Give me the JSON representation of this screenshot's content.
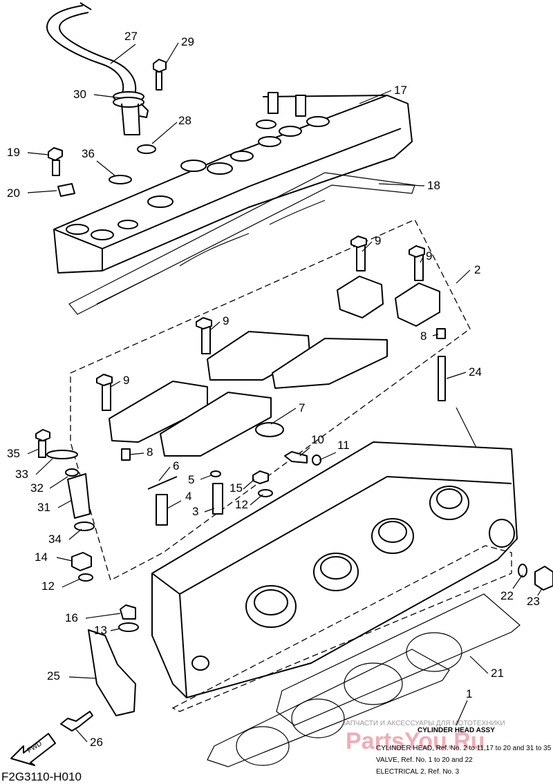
{
  "diagram": {
    "code": "F2G3110-H010",
    "fwd_label": "FWD",
    "watermark_top": "ЗАПЧАСТИ И АКСЕССУАРЫ ДЛЯ МОТОТЕХНИКИ",
    "watermark_brand": "PartsYou.Ru",
    "legend_lines": [
      "CYLINDER HEAD ASSY",
      "CYLINDER HEAD, Ref. No. 2 to 11,17 to 20 and 31 to 35",
      "VALVE, Ref. No. 1 to 20 and 22",
      "ELECTRICAL 2, Ref. No. 3"
    ]
  },
  "callouts": [
    {
      "id": "c27",
      "label": "27"
    },
    {
      "id": "c29",
      "label": "29"
    },
    {
      "id": "c30",
      "label": "30"
    },
    {
      "id": "c17",
      "label": "17"
    },
    {
      "id": "c28",
      "label": "28"
    },
    {
      "id": "c19",
      "label": "19"
    },
    {
      "id": "c36",
      "label": "36"
    },
    {
      "id": "c20",
      "label": "20"
    },
    {
      "id": "c18",
      "label": "18"
    },
    {
      "id": "c9a",
      "label": "9"
    },
    {
      "id": "c9b",
      "label": "9"
    },
    {
      "id": "c2",
      "label": "2"
    },
    {
      "id": "c9c",
      "label": "9"
    },
    {
      "id": "c8a",
      "label": "8"
    },
    {
      "id": "c24",
      "label": "24"
    },
    {
      "id": "c9d",
      "label": "9"
    },
    {
      "id": "c7",
      "label": "7"
    },
    {
      "id": "c35",
      "label": "35"
    },
    {
      "id": "c8b",
      "label": "8"
    },
    {
      "id": "c10",
      "label": "10"
    },
    {
      "id": "c11",
      "label": "11"
    },
    {
      "id": "c33",
      "label": "33"
    },
    {
      "id": "c6",
      "label": "6"
    },
    {
      "id": "c32",
      "label": "32"
    },
    {
      "id": "c5",
      "label": "5"
    },
    {
      "id": "c15",
      "label": "15"
    },
    {
      "id": "c4",
      "label": "4"
    },
    {
      "id": "c31",
      "label": "31"
    },
    {
      "id": "c3",
      "label": "3"
    },
    {
      "id": "c12a",
      "label": "12"
    },
    {
      "id": "c34",
      "label": "34"
    },
    {
      "id": "c14",
      "label": "14"
    },
    {
      "id": "c12b",
      "label": "12"
    },
    {
      "id": "c22",
      "label": "22"
    },
    {
      "id": "c23",
      "label": "23"
    },
    {
      "id": "c16",
      "label": "16"
    },
    {
      "id": "c13",
      "label": "13"
    },
    {
      "id": "c25",
      "label": "25"
    },
    {
      "id": "c21",
      "label": "21"
    },
    {
      "id": "c1",
      "label": "1"
    },
    {
      "id": "c26",
      "label": "26"
    }
  ]
}
